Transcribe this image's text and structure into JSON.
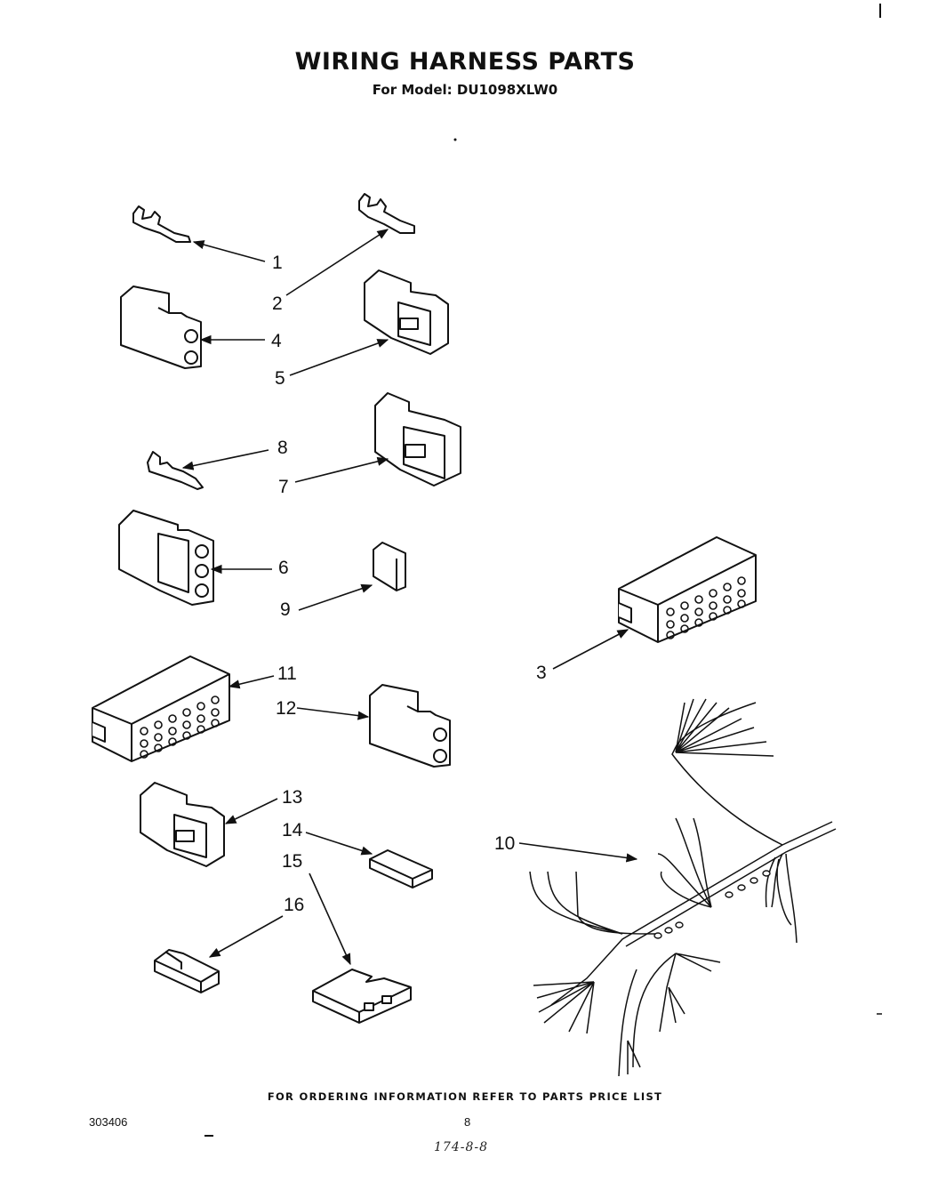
{
  "header": {
    "title": "WIRING HARNESS PARTS",
    "subtitle": "For Model: DU1098XLW0"
  },
  "callouts": [
    "1",
    "2",
    "3",
    "4",
    "5",
    "6",
    "7",
    "8",
    "9",
    "10",
    "11",
    "12",
    "13",
    "14",
    "15",
    "16"
  ],
  "footer": {
    "ordering_note": "FOR ORDERING INFORMATION REFER TO PARTS PRICE LIST",
    "doc_number": "303406",
    "page_number": "8",
    "handwritten_code": "174-8-8"
  }
}
